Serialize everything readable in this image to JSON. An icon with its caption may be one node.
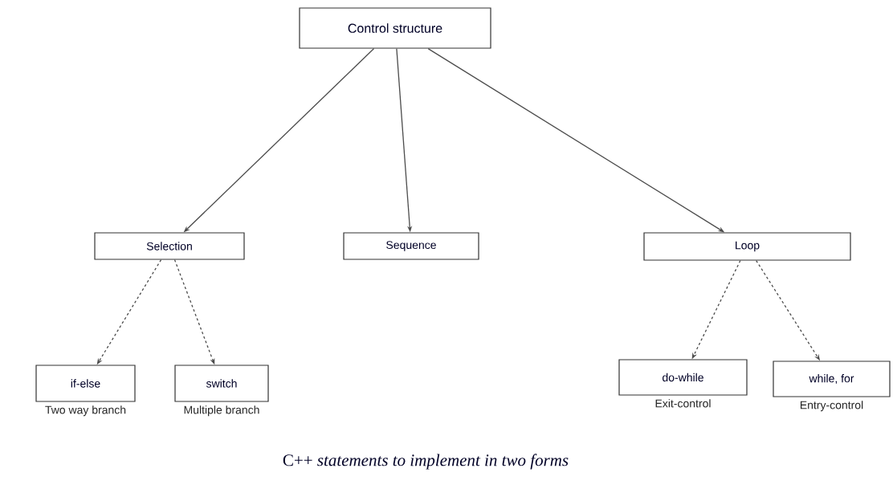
{
  "diagram": {
    "caption": "C++ *statements to implement in two forms*",
    "nodes": [
      {
        "text": [
          "Control structure"
        ]
      },
      {
        "text": [
          "Selection"
        ]
      },
      {
        "text": [
          "Sequence"
        ]
      },
      {
        "text": [
          "Loop"
        ]
      },
      {
        "text": [
          "if-else"
        ],
        "beside": [
          "Two way branch"
        ]
      },
      {
        "text": [
          "switch"
        ],
        "beside": [
          "Multiple branch"
        ]
      },
      {
        "text": [
          "do-while"
        ],
        "beside": [
          "Exit-control"
        ]
      },
      {
        "text": [
          "while, for"
        ],
        "beside": [
          "Entry-control"
        ]
      }
    ],
    "edges": [
      {
        "from": 0,
        "to": 1,
        "arrow": "to"
      },
      {
        "from": 0,
        "to": 2,
        "arrow": "to"
      },
      {
        "from": 0,
        "to": 3,
        "arrow": "to"
      },
      {
        "from": 1,
        "to": 4,
        "arrow": "to",
        "style": "dashed"
      },
      {
        "from": 1,
        "to": 5,
        "arrow": "to",
        "style": "dashed"
      },
      {
        "from": 3,
        "to": 6,
        "arrow": "to",
        "style": "dashed"
      },
      {
        "from": 3,
        "to": 7,
        "arrow": "to",
        "style": "dashed"
      }
    ]
  }
}
